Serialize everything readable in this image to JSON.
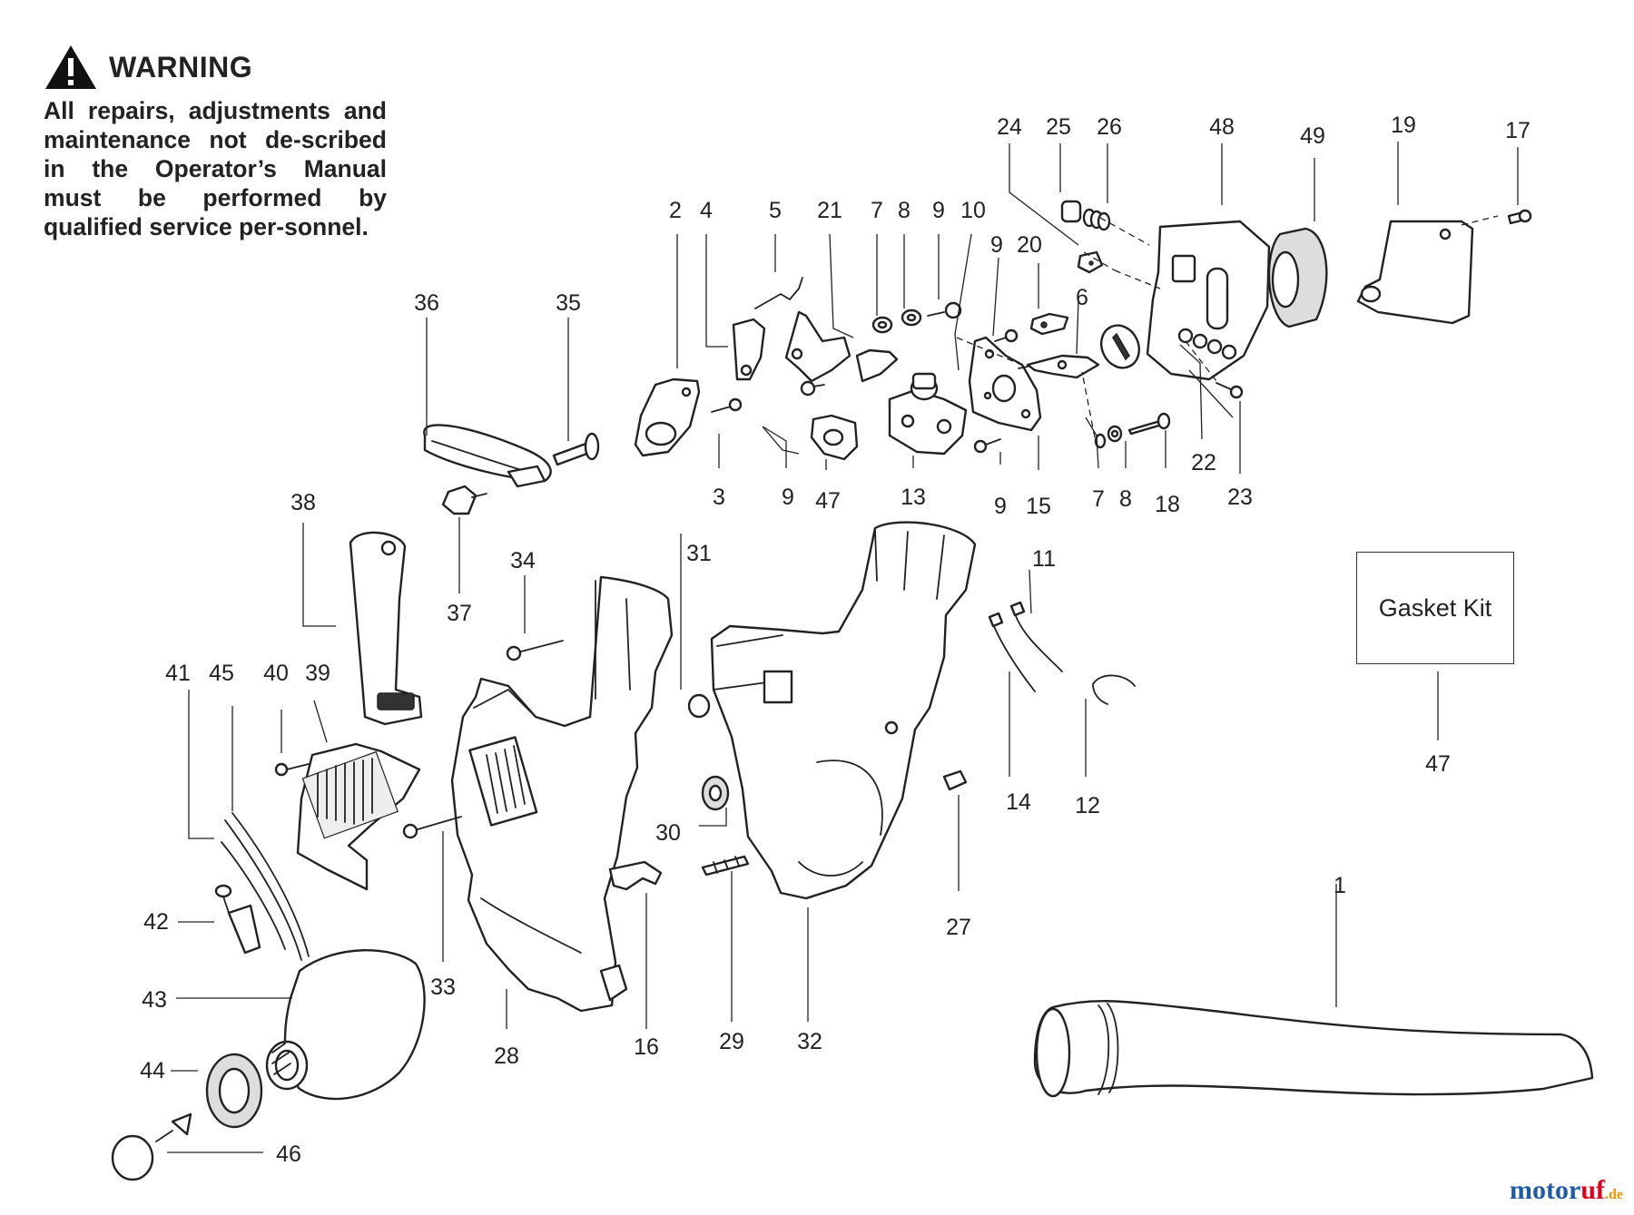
{
  "warning": {
    "title": "WARNING",
    "text": "All repairs, adjustments and maintenance not de-scribed in the Operator’s Manual must be performed by qualified service per-sonnel."
  },
  "kit_box": {
    "text": "Gasket Kit",
    "part_no": "47"
  },
  "watermark": {
    "part1": "motor",
    "part2": "uf",
    "part3": ".de",
    "colors": [
      "#1f5aa8",
      "#e2001a",
      "#f39200"
    ]
  },
  "callouts": [
    "1",
    "2",
    "3",
    "4",
    "5",
    "6",
    "7",
    "7",
    "8",
    "8",
    "9",
    "9",
    "9",
    "9",
    "10",
    "11",
    "12",
    "13",
    "14",
    "15",
    "16",
    "17",
    "18",
    "19",
    "20",
    "21",
    "22",
    "23",
    "24",
    "25",
    "26",
    "27",
    "28",
    "29",
    "30",
    "31",
    "32",
    "33",
    "34",
    "35",
    "36",
    "37",
    "38",
    "39",
    "40",
    "41",
    "42",
    "43",
    "44",
    "45",
    "46",
    "47",
    "47",
    "48",
    "49"
  ]
}
